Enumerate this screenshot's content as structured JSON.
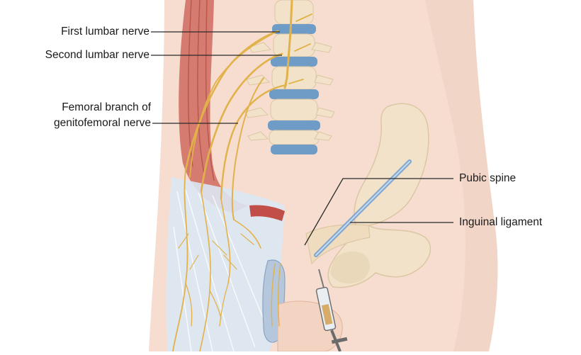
{
  "labels": {
    "first_lumbar_nerve": "First lumbar nerve",
    "second_lumbar_nerve": "Second lumbar nerve",
    "femoral_branch_line1": "Femoral branch of",
    "femoral_branch_line2": "genitofemoral nerve",
    "pubic_spine": "Pubic spine",
    "inguinal_ligament": "Inguinal ligament"
  },
  "colors": {
    "skin": "#f6ddd0",
    "skin_shadow": "#eec9b6",
    "bone": "#f1e2c9",
    "bone_shadow": "#dcc6a3",
    "disc": "#6f9cc6",
    "nerve": "#e2b24a",
    "muscle": "#c9564e",
    "fascia": "#dbe7f2",
    "needle": "#7fa6cf",
    "leader_line": "#2a2a2a"
  }
}
